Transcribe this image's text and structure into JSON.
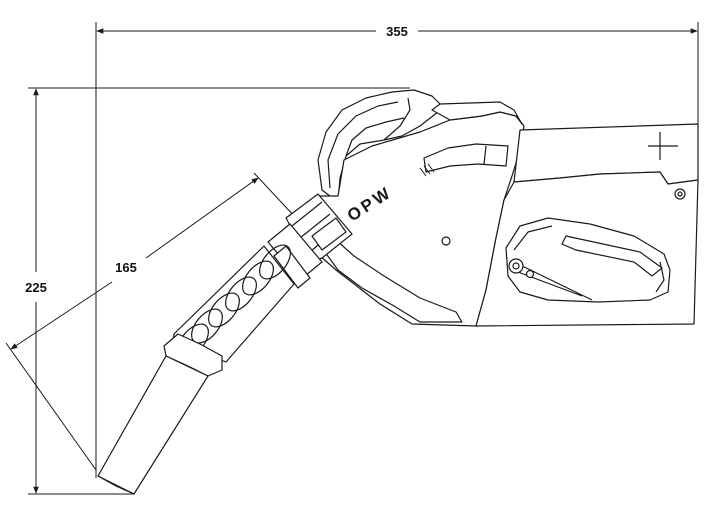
{
  "dimensions": {
    "overall_length": "355",
    "overall_height": "225",
    "spout_length": "165"
  },
  "nozzle": {
    "brand": "OPW"
  },
  "colors": {
    "ink": "#1a1a1a",
    "background": "#ffffff"
  }
}
